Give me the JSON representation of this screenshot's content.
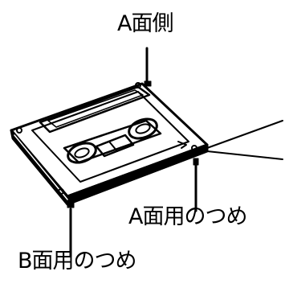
{
  "labels": {
    "a_side": "A面側",
    "a_tab": "A面用のつめ",
    "b_tab": "B面用のつめ"
  },
  "colors": {
    "ink": "#000000",
    "paper": "#ffffff"
  }
}
